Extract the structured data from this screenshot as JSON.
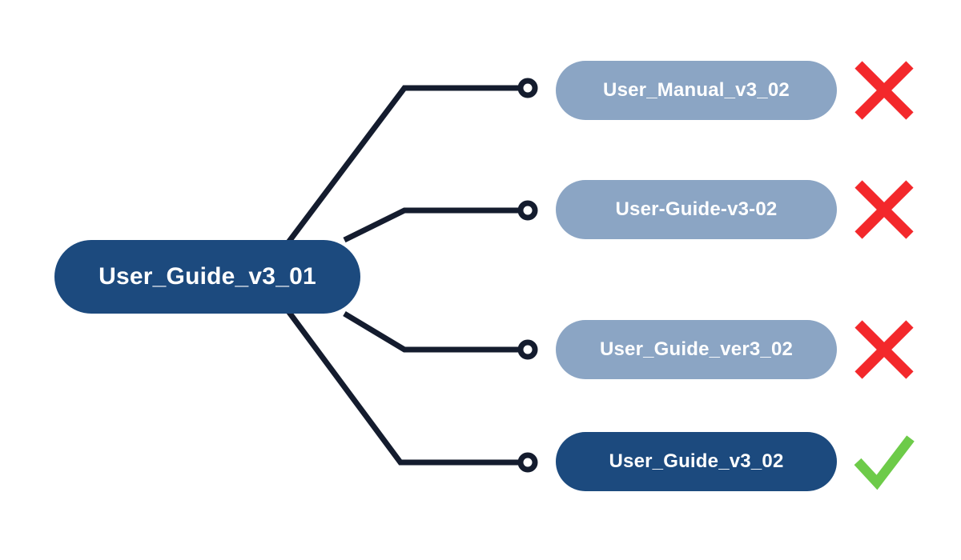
{
  "diagram": {
    "type": "branching-comparison",
    "background_color": "#ffffff",
    "colors": {
      "root_fill": "#1c4a7e",
      "candidate_fill": "#8ba5c4",
      "selected_fill": "#1c4a7e",
      "connector": "#141c2e",
      "reject_mark": "#f3282b",
      "accept_mark": "#6dcb49",
      "node_text": "#ffffff"
    },
    "root": {
      "label": "User_Guide_v3_01"
    },
    "candidates": [
      {
        "label": "User_Manual_v3_02",
        "state": "rejected",
        "mark": "cross-icon"
      },
      {
        "label": "User-Guide-v3-02",
        "state": "rejected",
        "mark": "cross-icon"
      },
      {
        "label": "User_Guide_ver3_02",
        "state": "rejected",
        "mark": "cross-icon"
      },
      {
        "label": "User_Guide_v3_02",
        "state": "accepted",
        "mark": "check-icon"
      }
    ]
  }
}
